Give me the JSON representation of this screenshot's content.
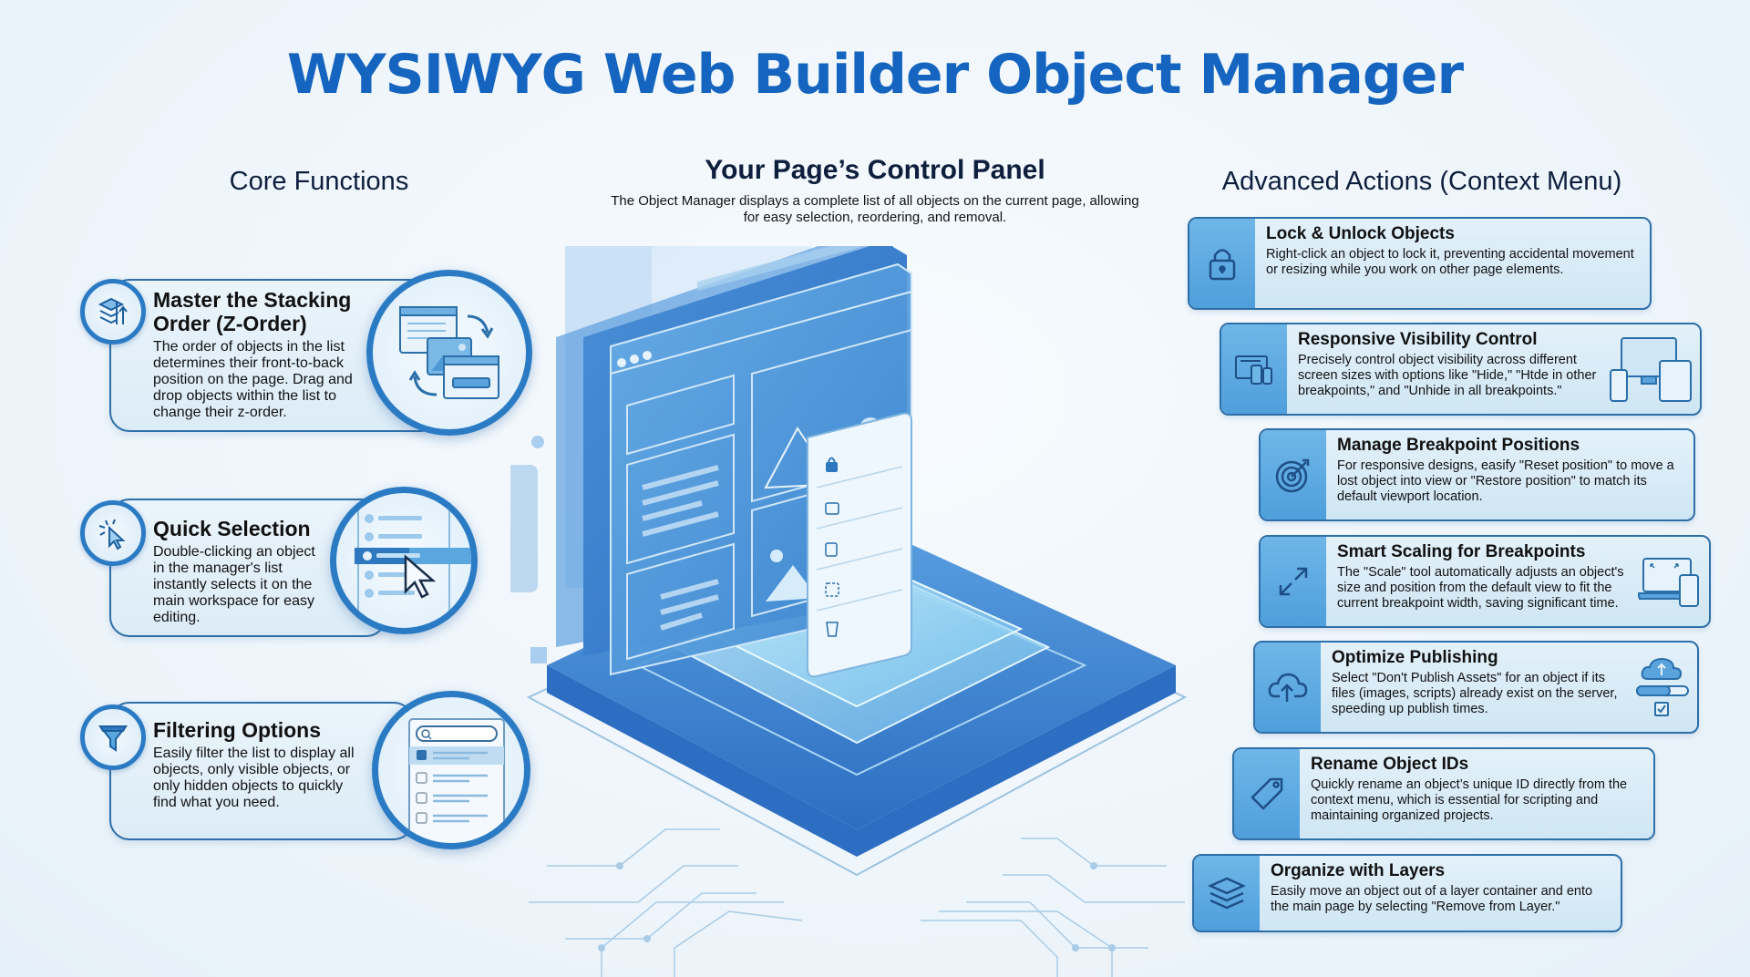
{
  "title": "WYSIWYG Web Builder Object Manager",
  "core_functions": {
    "heading": "Core Functions",
    "items": [
      {
        "title": "Master the Stacking Order (Z-Order)",
        "description": "The order of objects in the list determines their front-to-back position on the page. Drag and drop objects within the list to change their z-order.",
        "icon": "layers-reorder-icon"
      },
      {
        "title": "Quick Selection",
        "description": "Double-clicking an object in the manager's list instantly selects it on the main workspace for easy editing.",
        "icon": "cursor-click-icon"
      },
      {
        "title": "Filtering Options",
        "description": "Easily filter the list to display all objects, only visible objects, or only hidden objects to quickly find what you need.",
        "icon": "funnel-icon"
      }
    ]
  },
  "control_panel": {
    "heading": "Your Page’s Control Panel",
    "description": "The Object Manager displays a complete list of all objects on the current page, allowing for easy selection, reordering, and removal."
  },
  "advanced_actions": {
    "heading": "Advanced Actions (Context Menu)",
    "items": [
      {
        "title": "Lock & Unlock Objects",
        "description": "Right-click an object to lock it, preventing accidental movement or resizing while you work on other page elements.",
        "icon": "lock-icon"
      },
      {
        "title": "Responsive Visibility Control",
        "description": "Precisely control object visibility across different screen sizes with options like \"Hide,\" \"Htde in other breakpoints,\" and \"Unhide in all breakpoints.\"",
        "icon": "devices-icon"
      },
      {
        "title": "Manage Breakpoint Positions",
        "description": "For responsive designs, easify \"Reset position\" to move a lost object into view or \"Restore position\" to match its default viewport location.",
        "icon": "target-icon"
      },
      {
        "title": "Smart Scaling for Breakpoints",
        "description": "The \"Scale\" tool automatically adjusts an object's size and position from the default view to fit the current breakpoint width, saving significant time.",
        "icon": "expand-arrows-icon"
      },
      {
        "title": "Optimize Publishing",
        "description": "Select \"Don't Publish Assets\" for an object if its files (images, scripts) already exist on the server, speeding up publish times.",
        "icon": "cloud-upload-icon"
      },
      {
        "title": "Rename Object IDs",
        "description": "Quickly rename an object’s unique ID directly from the context menu, which is essential for scripting and maintaining organized projects.",
        "icon": "tag-icon"
      },
      {
        "title": "Organize with Layers",
        "description": "Easily move an object out of a layer container and ento the main page by selecting \"Remove from Layer.\"",
        "icon": "layers-icon"
      }
    ]
  },
  "colors": {
    "title": "#1565c0",
    "accent": "#2b7bc4",
    "icon_panel": "#5aa7e0",
    "heading": "#0e1f3d"
  }
}
